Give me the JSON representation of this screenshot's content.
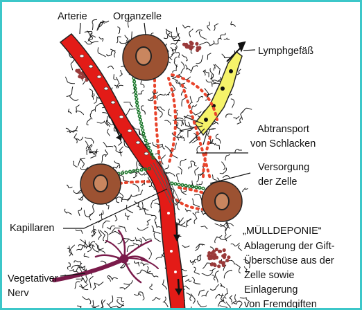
{
  "labels": {
    "arterie": "Arterie",
    "organzelle": "Organzelle",
    "lymphgefaess": "Lymphgefäß",
    "abtransport_line1": "Abtransport",
    "abtransport_line2": "von Schlacken",
    "versorgung_line1": "Versorgung",
    "versorgung_line2": "der Zelle",
    "kapillaren": "Kapillaren",
    "muelldeponie_title": "„MÜLLDEPONIE“",
    "muelldeponie_lines": [
      "Ablagerung der Gift-",
      "Überschüse aus der",
      "Zelle sowie",
      "Einlagerung",
      "von Fremdgiften"
    ],
    "vegetativer_line1": "Vegetativer",
    "vegetativer_line2": "Nerv"
  },
  "colors": {
    "frame": "#3cc7c9",
    "artery": "#e31b17",
    "cell": "#9c5232",
    "nucleus": "#c9865f",
    "lymph": "#f6f36a",
    "capillary_dots": "#1e7a2e",
    "red_dots": "#e8442c",
    "waste_dots": "#9a3a3a",
    "nerve": "#7a1a4a",
    "squiggles": "#1a1a1a"
  }
}
